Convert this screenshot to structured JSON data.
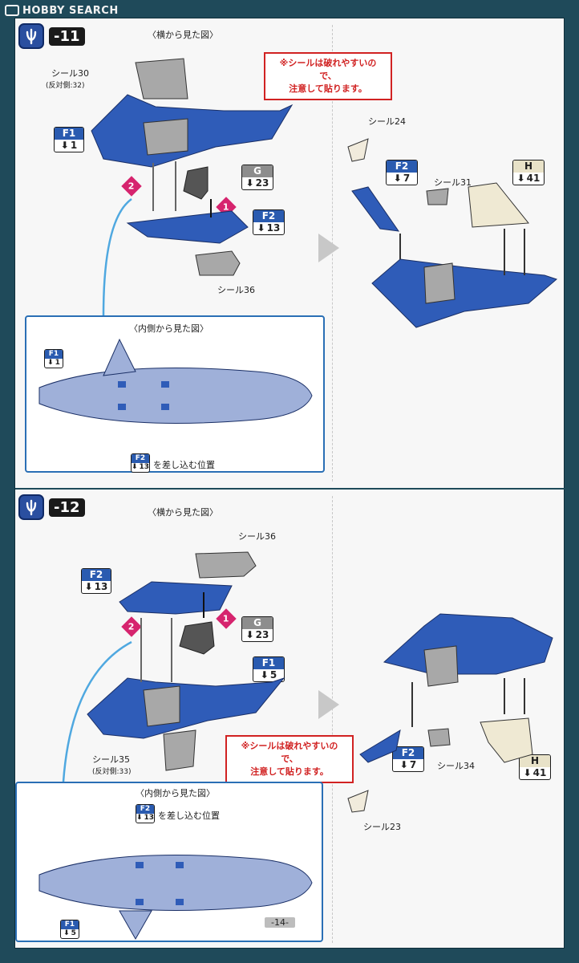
{
  "watermark": {
    "text": "HOBBY SEARCH"
  },
  "steps": [
    {
      "number": "-11",
      "side_view_label": "〈横から見た図〉",
      "inner_view_label": "〈内側から見た図〉",
      "warning_line1": "※シールは破れやすいので、",
      "warning_line2": "注意して貼ります。",
      "seal_30": "シール30",
      "seal_30_opposite": "(反対側:32)",
      "seal_36": "シール36",
      "seal_24": "シール24",
      "seal_31": "シール31",
      "parts": {
        "F1": {
          "name": "F1",
          "num": "1"
        },
        "G": {
          "name": "G",
          "num": "23"
        },
        "F2": {
          "name": "F2",
          "num": "13"
        },
        "F2b": {
          "name": "F2",
          "num": "7"
        },
        "H": {
          "name": "H",
          "num": "41"
        }
      },
      "insert_position": "を差し込む位置",
      "inset_F1": {
        "name": "F1",
        "num": "1"
      },
      "inset_F2": {
        "name": "F2",
        "num": "13"
      }
    },
    {
      "number": "-12",
      "side_view_label": "〈横から見た図〉",
      "inner_view_label": "〈内側から見た図〉",
      "warning_line1": "※シールは破れやすいので、",
      "warning_line2": "注意して貼ります。",
      "seal_36": "シール36",
      "seal_35": "シール35",
      "seal_35_opposite": "(反対側:33)",
      "seal_34": "シール34",
      "seal_23": "シール23",
      "parts": {
        "F2": {
          "name": "F2",
          "num": "13"
        },
        "G": {
          "name": "G",
          "num": "23"
        },
        "F1": {
          "name": "F1",
          "num": "5"
        },
        "F2b": {
          "name": "F2",
          "num": "7"
        },
        "H": {
          "name": "H",
          "num": "41"
        }
      },
      "insert_position": "を差し込む位置",
      "inset_F2": {
        "name": "F2",
        "num": "13"
      },
      "inset_F1": {
        "name": "F1",
        "num": "5"
      }
    }
  ],
  "page_number": "-14-",
  "colors": {
    "blue": "#2a5bb0",
    "gray": "#9c9c9c",
    "pink": "#d6246e",
    "cream": "#efe9d3",
    "warning": "#d12222",
    "frame": "#1f4a5a"
  },
  "icons": [
    "hand-tool-icon",
    "thumb-press-icon",
    "next-arrow-icon"
  ]
}
